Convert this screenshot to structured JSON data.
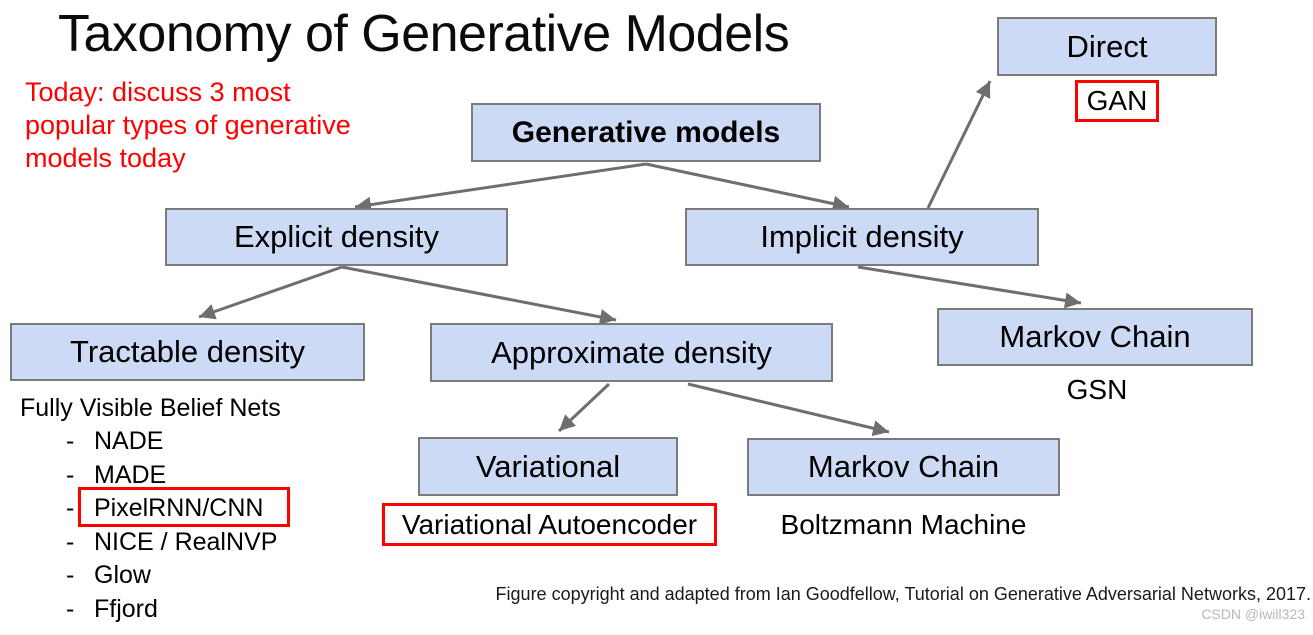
{
  "slide": {
    "title": "Taxonomy of Generative Models",
    "note_lines": [
      "Today: discuss 3 most",
      "popular types of generative",
      "models today"
    ],
    "caption": "Figure copyright and adapted from Ian Goodfellow, Tutorial on Generative Adversarial Networks, 2017.",
    "watermark": "CSDN @iwill323"
  },
  "nodes": {
    "generative": "Generative models",
    "direct": "Direct",
    "explicit": "Explicit density",
    "implicit": "Implicit density",
    "tractable": "Tractable density",
    "approximate": "Approximate density",
    "markov_gsn": "Markov Chain",
    "variational": "Variational",
    "markov_boltzmann": "Markov Chain"
  },
  "annotations": {
    "gan": "GAN",
    "gsn": "GSN",
    "vae": "Variational Autoencoder",
    "boltzmann": "Boltzmann Machine"
  },
  "taxonomy_list": {
    "heading": "Fully Visible Belief Nets",
    "bullet": "-",
    "items": [
      "NADE",
      "MADE",
      "PixelRNN/CNN",
      "NICE / RealNVP",
      "Glow",
      "Ffjord"
    ],
    "highlighted_item": "PixelRNN/CNN"
  },
  "colors": {
    "node_fill": "#ccdaf5",
    "node_border": "#7b7b7b",
    "arrow": "#6e6e6e",
    "highlight": "#fe0000",
    "note_text": "#fe0000",
    "watermark_text": "#b6b6c6"
  }
}
